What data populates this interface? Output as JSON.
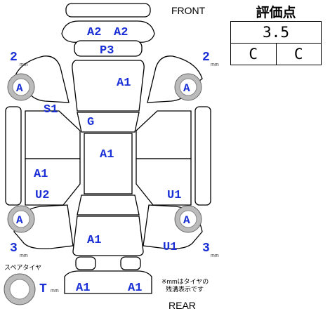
{
  "front_label": "FRONT",
  "rear_label": "REAR",
  "grade": {
    "title": "評価点",
    "overall": "3.5",
    "interior": "C",
    "exterior": "C"
  },
  "tires": {
    "front_left_depth": "2",
    "front_right_depth": "2",
    "rear_left_depth": "3",
    "rear_right_depth": "3",
    "spare_depth": "T",
    "unit": "mm",
    "front_left_code": "A",
    "front_right_code": "A",
    "rear_left_code": "A",
    "rear_right_code": "A",
    "spare_caption": "スペアタイヤ",
    "note_line1": "※mmはタイヤの",
    "note_line2": "残溝表示です"
  },
  "panels": {
    "front_bumper_left": "A2",
    "front_bumper_right": "A2",
    "front_panel": "P3",
    "hood": "A1",
    "left_front_pillar": "S1",
    "windshield": "G",
    "roof": "A1",
    "left_side": "A1",
    "left_rear_door": "U2",
    "right_rear_door": "U1",
    "trunk": "A1",
    "right_rear_quarter": "U1",
    "rear_bumper_left": "A1",
    "rear_bumper_right": "A1"
  }
}
